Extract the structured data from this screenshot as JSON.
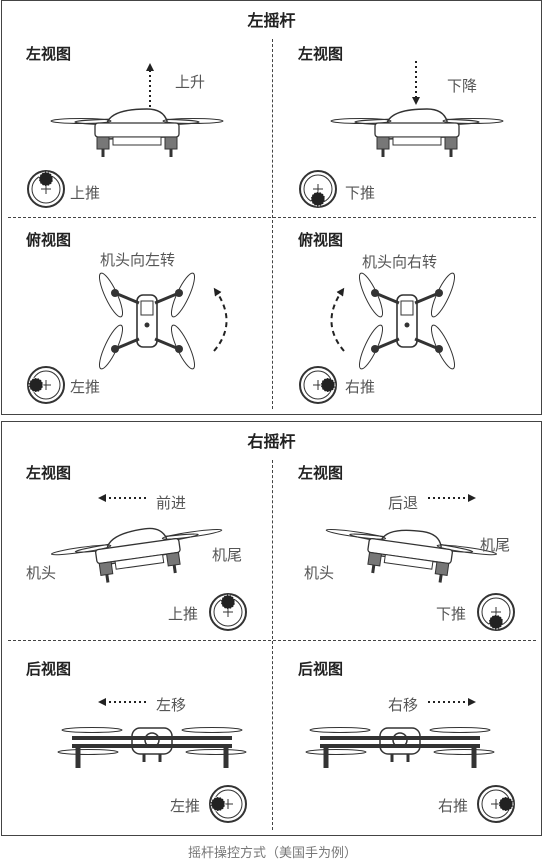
{
  "left_stick": {
    "title": "左摇杆",
    "cells": {
      "tl": {
        "view": "左视图",
        "action": "上升",
        "push": "上推"
      },
      "tr": {
        "view": "左视图",
        "action": "下降",
        "push": "下推"
      },
      "bl": {
        "view": "俯视图",
        "action": "机头向左转",
        "push": "左推"
      },
      "br": {
        "view": "俯视图",
        "action": "机头向右转",
        "push": "右推"
      }
    }
  },
  "right_stick": {
    "title": "右摇杆",
    "cells": {
      "tl": {
        "view": "左视图",
        "action": "前进",
        "nose": "机头",
        "tail": "机尾",
        "push": "上推"
      },
      "tr": {
        "view": "左视图",
        "action": "后退",
        "nose": "机头",
        "tail": "机尾",
        "push": "下推"
      },
      "bl": {
        "view": "后视图",
        "action": "左移",
        "push": "左推"
      },
      "br": {
        "view": "后视图",
        "action": "右移",
        "push": "右推"
      }
    }
  },
  "caption": "摇杆操控方式（美国手为例）"
}
